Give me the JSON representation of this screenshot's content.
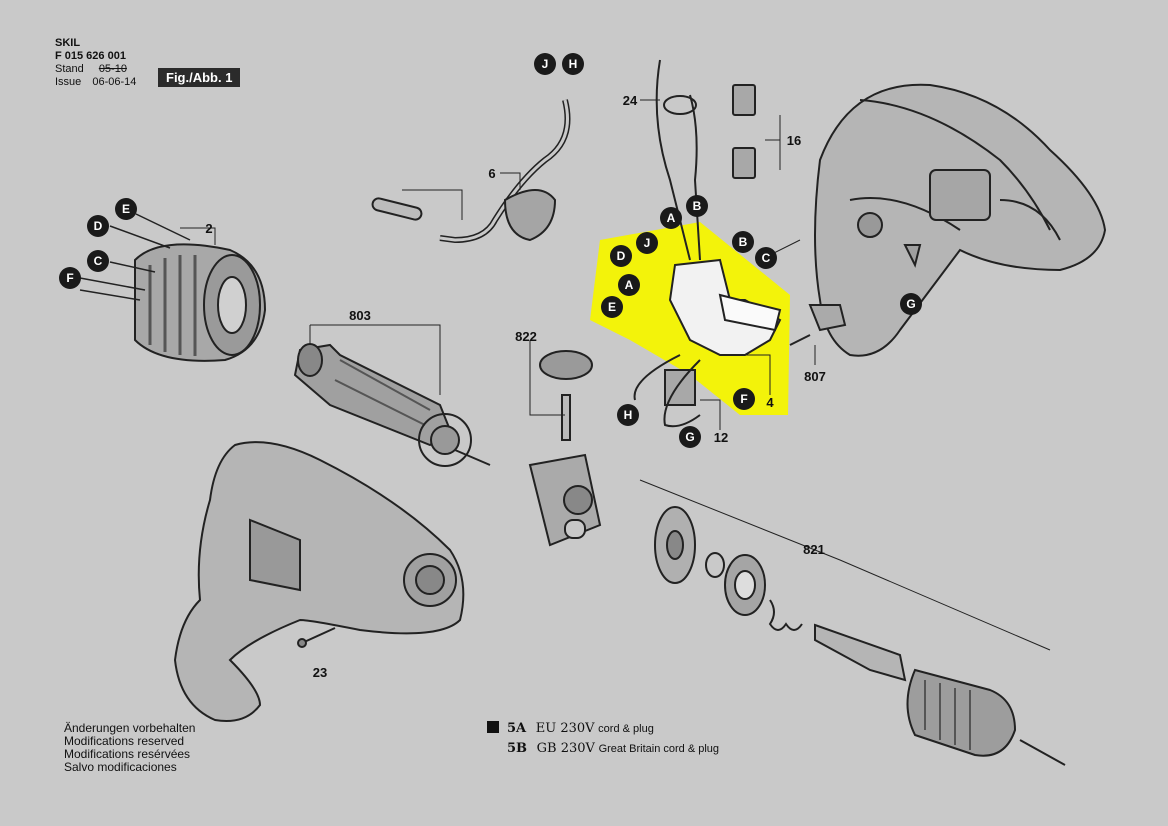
{
  "header": {
    "brand": "SKIL",
    "part_number": "F 015 626 001",
    "stand_label": "Stand",
    "stand_value": "05-10",
    "issue_label": "Issue",
    "issue_value": "06-06-14",
    "figure_label": "Fig./Abb. 1"
  },
  "callouts": {
    "A": "A",
    "B": "B",
    "C": "C",
    "D": "D",
    "E": "E",
    "F": "F",
    "G": "G",
    "H": "H",
    "J": "J"
  },
  "part_numbers": {
    "p2": "2",
    "p4": "4",
    "p6": "6",
    "p12": "12",
    "p16": "16",
    "p23": "23",
    "p24": "24",
    "p803": "803",
    "p807": "807",
    "p821": "821",
    "p822": "822"
  },
  "footer": {
    "line1": "Änderungen vorbehalten",
    "line2": "Modifications reserved",
    "line3": "Modifications resérvées",
    "line4": "Salvo modificaciones"
  },
  "legend": [
    {
      "code": "5A",
      "voltage": "EU 230V",
      "desc": "cord & plug"
    },
    {
      "code": "5B",
      "voltage": "GB 230V",
      "desc": "Great Britain cord & plug"
    }
  ],
  "colors": {
    "background": "#c9c9c9",
    "highlight": "#f5f500",
    "callout_fill": "#1a1a1a"
  }
}
